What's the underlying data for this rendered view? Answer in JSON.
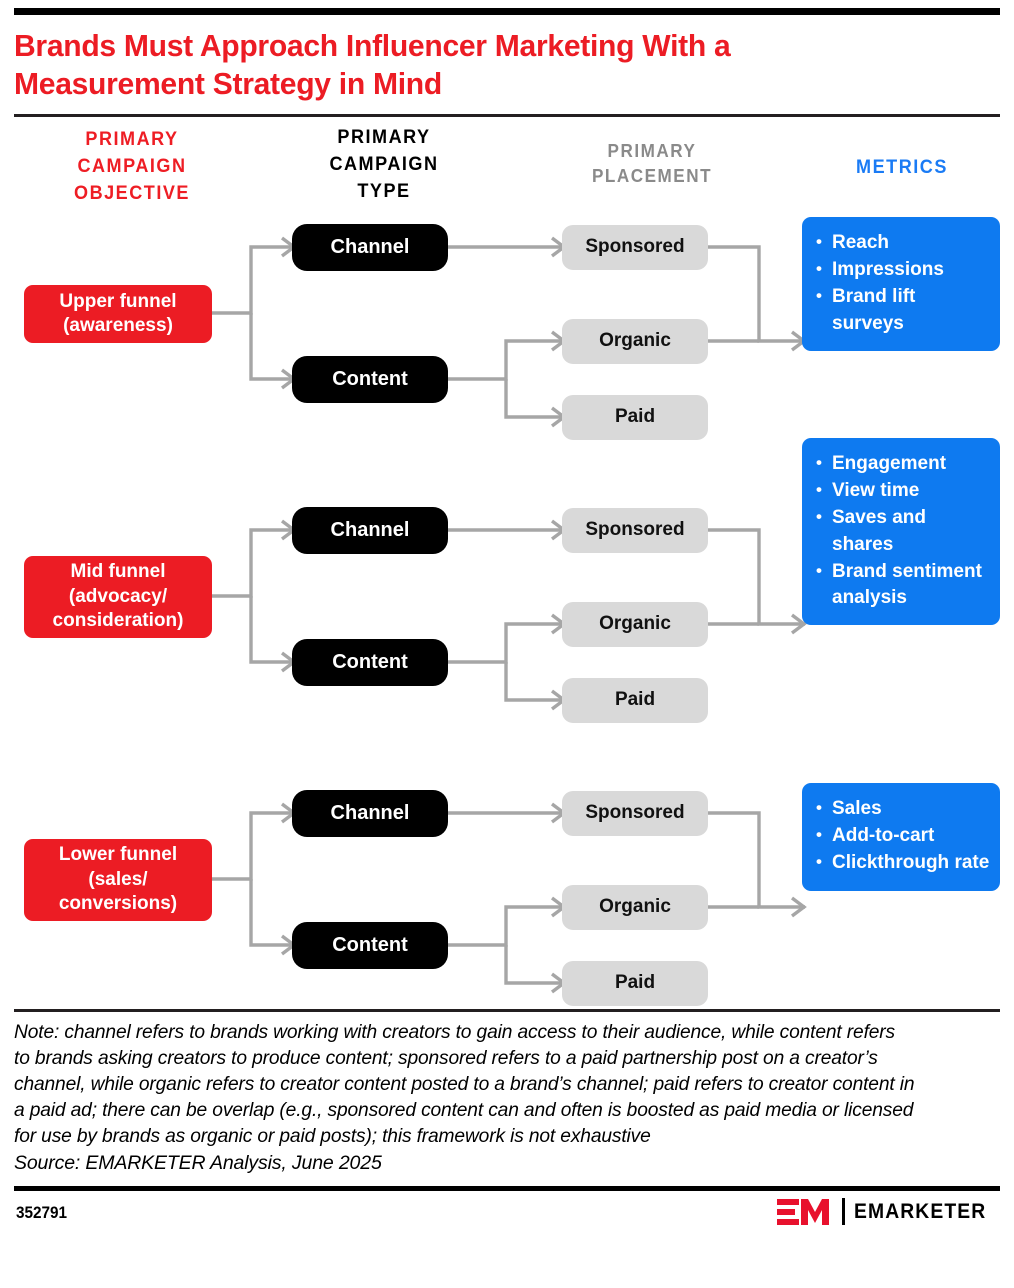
{
  "title": {
    "line1": "Brands Must Approach Influencer Marketing With a",
    "line2": "Measurement Strategy in Mind"
  },
  "columns": {
    "objective": {
      "l1": "PRIMARY",
      "l2": "CAMPAIGN",
      "l3": "OBJECTIVE",
      "color": "#ee1d24"
    },
    "type": {
      "l1": "PRIMARY",
      "l2": "CAMPAIGN",
      "l3": "TYPE",
      "color": "#000000"
    },
    "placement": {
      "l1": "PRIMARY",
      "l2": "PLACEMENT",
      "color": "#8a8a8a"
    },
    "metrics": {
      "l1": "METRICS",
      "color": "#1a7bf5"
    }
  },
  "rows": [
    {
      "objective_l1": "Upper funnel",
      "objective_l2": "(awareness)",
      "type_channel": "Channel",
      "type_content": "Content",
      "placement_sponsored": "Sponsored",
      "placement_organic": "Organic",
      "placement_paid": "Paid",
      "metrics": [
        "Reach",
        "Impressions",
        "Brand lift surveys"
      ]
    },
    {
      "objective_l1": "Mid funnel",
      "objective_l2": "(advocacy/",
      "objective_l3": "consideration)",
      "type_channel": "Channel",
      "type_content": "Content",
      "placement_sponsored": "Sponsored",
      "placement_organic": "Organic",
      "placement_paid": "Paid",
      "metrics": [
        "Engagement",
        "View time",
        "Saves and shares",
        "Brand sentiment analysis"
      ]
    },
    {
      "objective_l1": "Lower funnel",
      "objective_l2": "(sales/",
      "objective_l3": "conversions)",
      "type_channel": "Channel",
      "type_content": "Content",
      "placement_sponsored": "Sponsored",
      "placement_organic": "Organic",
      "placement_paid": "Paid",
      "metrics": [
        "Sales",
        "Add-to-cart",
        "Clickthrough rate"
      ]
    }
  ],
  "footnote": {
    "line1": "Note: channel refers to brands working with creators to gain access to their audience, while content refers",
    "line2": "to brands asking creators to produce content; sponsored refers to a paid partnership post on a creator’s",
    "line3": "channel, while organic refers to creator content posted to a brand’s channel; paid refers to creator content in",
    "line4": "a paid ad; there can be overlap (e.g., sponsored content can and often is boosted as paid media or licensed",
    "line5": "for use by brands as organic or paid posts); this framework is not exhaustive",
    "source": "Source: EMARKETER Analysis, June 2025"
  },
  "footer": {
    "chart_id": "352791",
    "logo_word": "EMARKETER",
    "logo_mark": "em-monogram"
  },
  "colors": {
    "red": "#ec1c24",
    "blue": "#0e7af0",
    "gray_box": "#d9d9d9",
    "black": "#000000",
    "connector": "#a6a6a6"
  }
}
